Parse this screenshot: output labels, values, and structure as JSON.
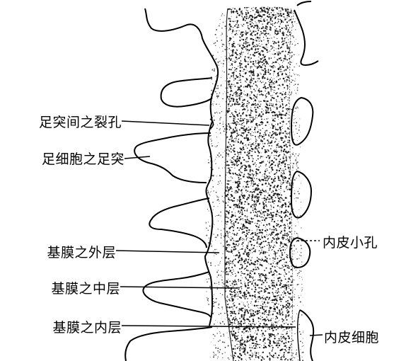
{
  "labels": {
    "slit_pore": "足突间之裂孔",
    "podocyte_foot": "足细胞之足突",
    "outer_layer": "基膜之外层",
    "middle_layer": "基膜之中层",
    "inner_layer": "基膜之内层",
    "endothelial_pore": "内皮小孔",
    "endothelial_cell": "内皮细胞"
  }
}
